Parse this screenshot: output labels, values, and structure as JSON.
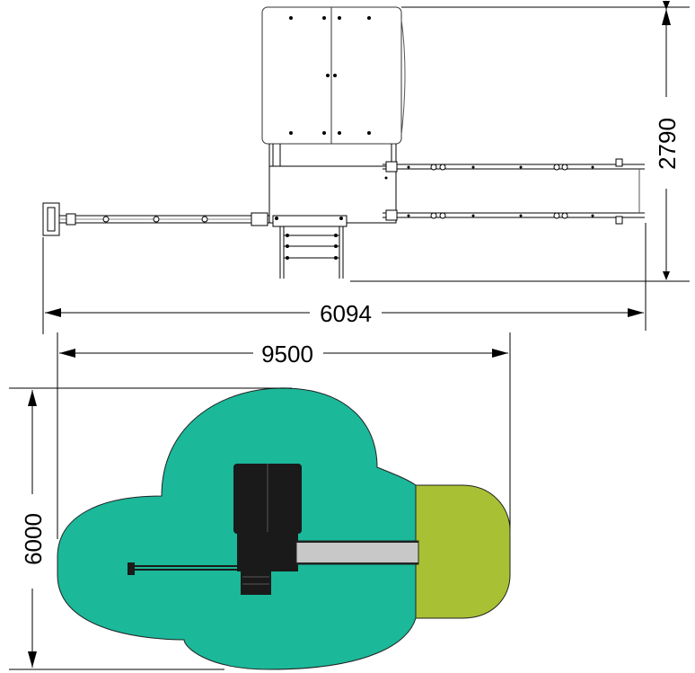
{
  "dimensions": {
    "top_width": "6094",
    "top_height": "2790",
    "bottom_width": "9500",
    "bottom_height": "6000"
  },
  "colors": {
    "safety_zone_teal": "#1bb89a",
    "safety_zone_green": "#a8c034",
    "slide_grey": "#c8c8c8",
    "structure_black": "#1a1a1a",
    "line": "#000000"
  }
}
